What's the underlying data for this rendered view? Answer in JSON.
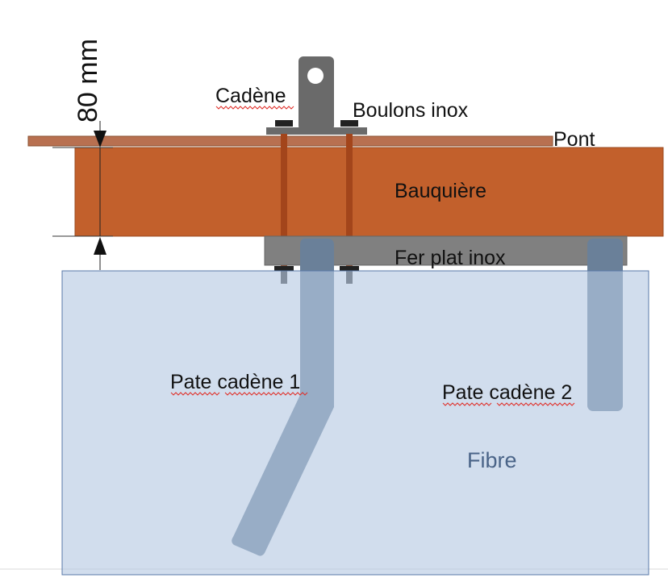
{
  "labels": {
    "cadene": "Cadène",
    "boulons": "Boulons inox",
    "pont": "Pont",
    "bauquiere": "Bauquière",
    "fer_plat": "Fer plat inox",
    "pate1": "Pate cadène 1",
    "pate2": "Pate cadène 2",
    "fibre": "Fibre",
    "dimension": "80 mm"
  },
  "colors": {
    "pont": "#b87050",
    "bauquiere": "#c2602c",
    "fer_plat": "#808080",
    "fibre": "#b4c8e2",
    "fibre_border": "#5878a8",
    "pate": "#6a8099",
    "bolt": "#a3451b",
    "cadene": "#6a6a6a",
    "nut": "#222222",
    "fibre_text": "#4a6488"
  }
}
